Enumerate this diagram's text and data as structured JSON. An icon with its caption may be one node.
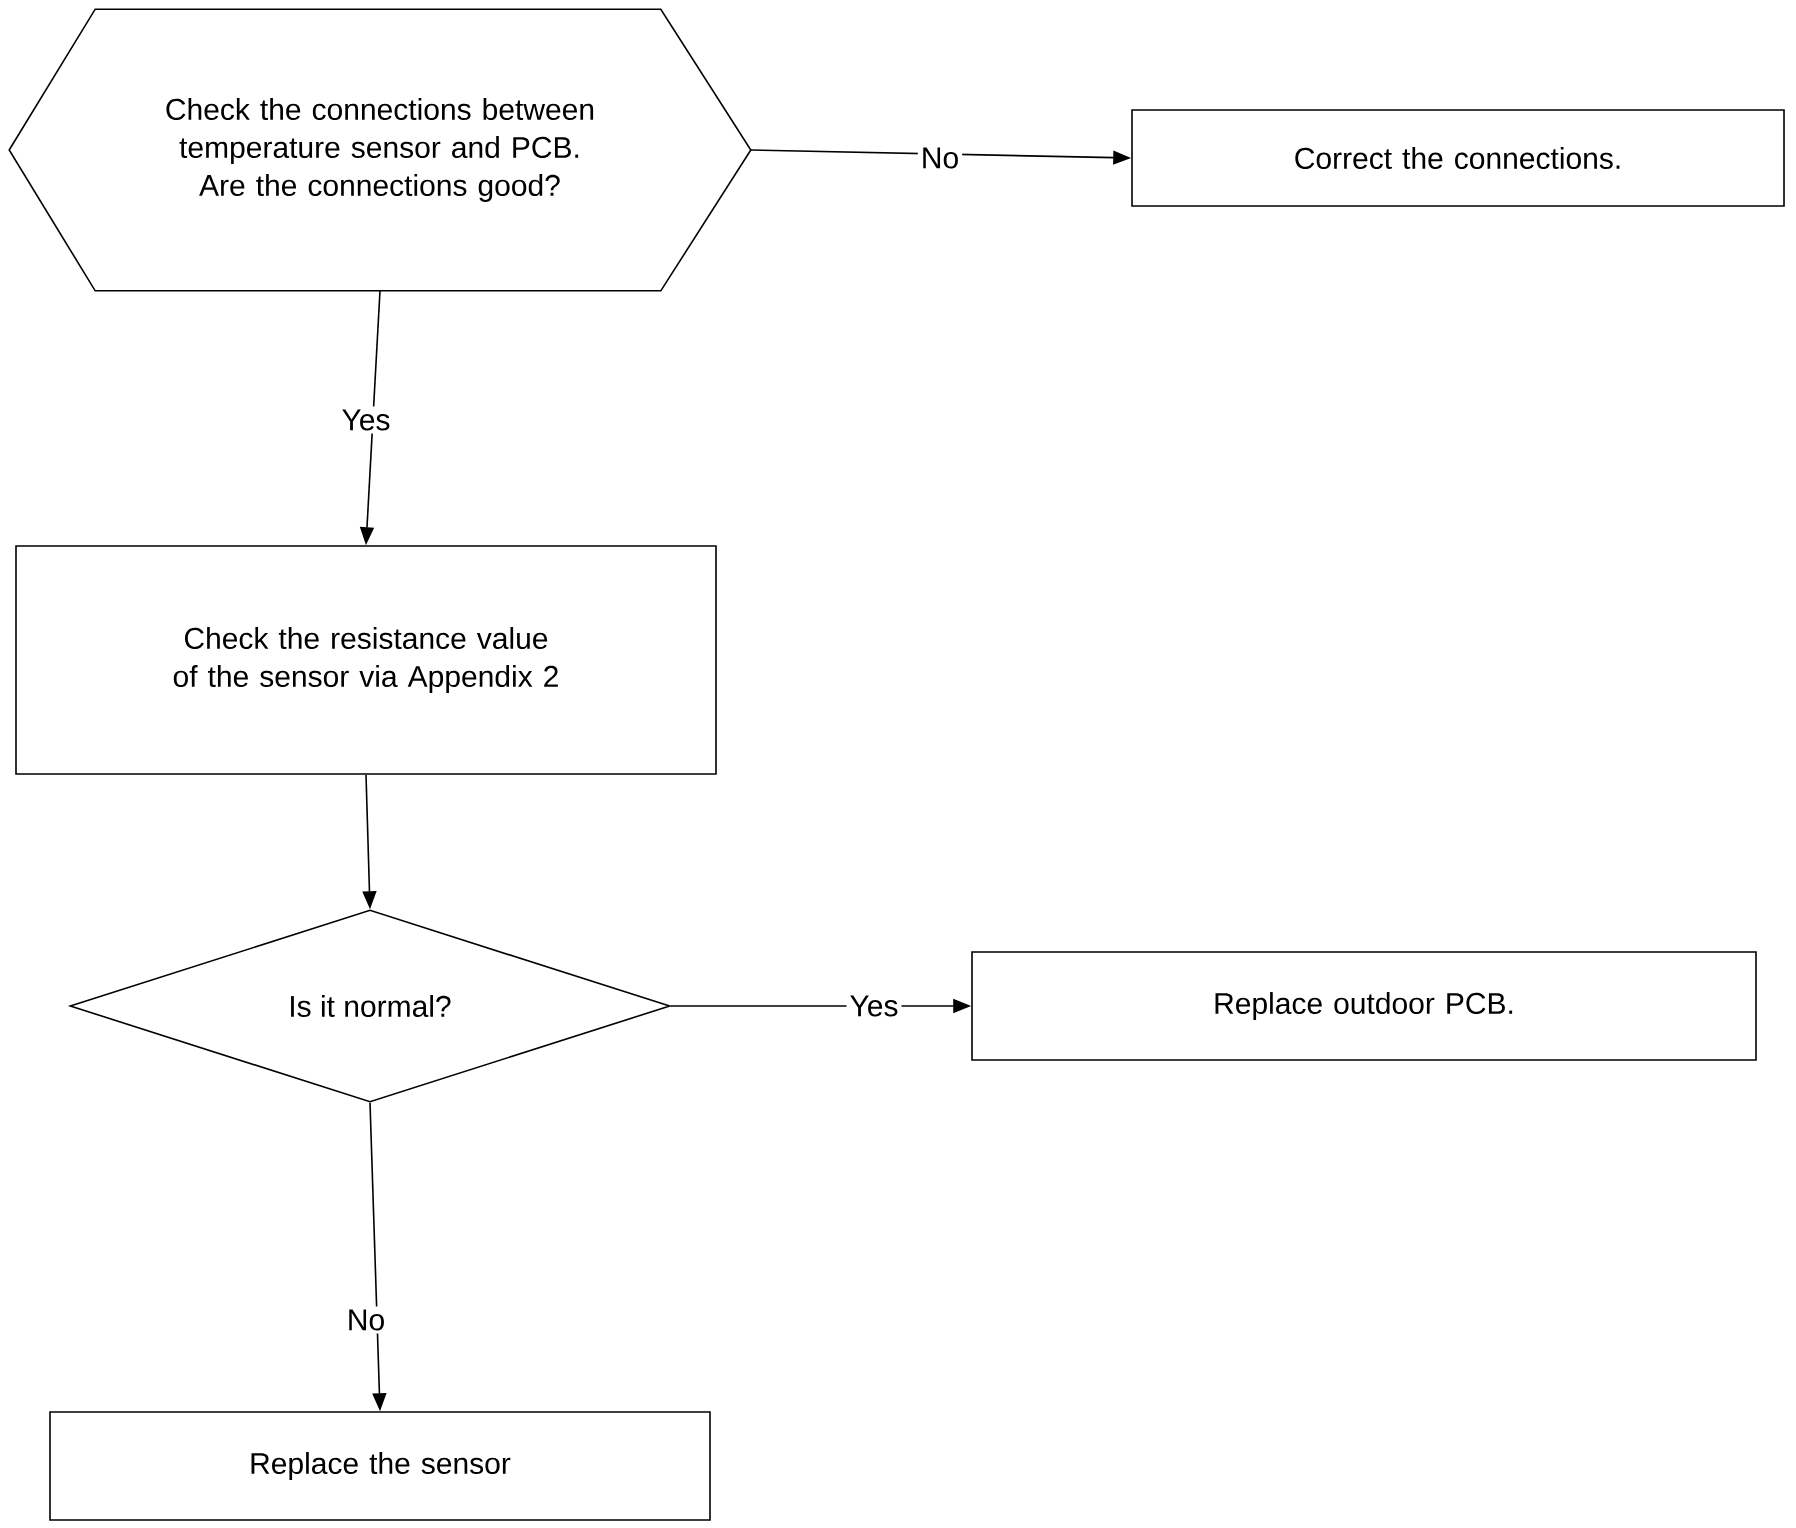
{
  "diagram": {
    "nodes": [
      {
        "text": [
          "Check the connections between temperature sensor and PCB. Are the connections good?"
        ]
      },
      {
        "text": [
          "Correct the connections."
        ]
      },
      {
        "text": [
          "Check the resistance value of the sensor via Appendix 2"
        ]
      },
      {
        "text": [
          "Is it normal?"
        ]
      },
      {
        "text": [
          "Replace outdoor PCB."
        ]
      },
      {
        "text": [
          "Replace the sensor"
        ]
      }
    ],
    "edges": [
      {
        "from": 0,
        "to": 1,
        "arrow": "to",
        "label": "No"
      },
      {
        "from": 0,
        "to": 2,
        "arrow": "to",
        "label": "Yes"
      },
      {
        "from": 2,
        "to": 3,
        "arrow": "to"
      },
      {
        "from": 3,
        "to": 4,
        "arrow": "to",
        "label": "Yes"
      },
      {
        "from": 3,
        "to": 5,
        "arrow": "to",
        "label": "No"
      }
    ]
  }
}
